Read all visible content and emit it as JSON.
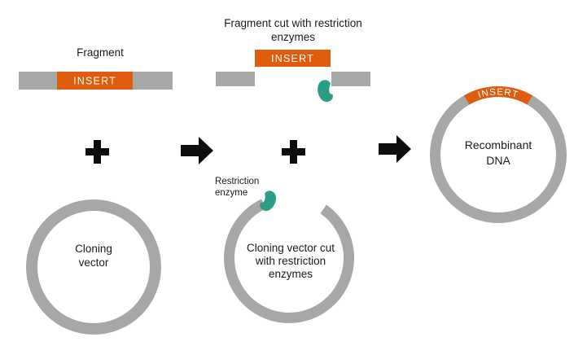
{
  "colors": {
    "gray": "#A5A8A4",
    "orange": "#DF5C0E",
    "teal": "#2B9C85",
    "black": "#0D0D0D"
  },
  "stages": {
    "fragment": {
      "title": "Fragment",
      "insert_label": "INSERT"
    },
    "fragment_cut": {
      "title_lines": [
        "Fragment cut with restriction",
        "enzymes"
      ],
      "insert_label": "INSERT"
    },
    "cloning_vector": {
      "label_lines": [
        "Cloning",
        "vector"
      ]
    },
    "vector_cut": {
      "enzyme_label_lines": [
        "Restriction",
        "enzyme"
      ],
      "label_lines": [
        "Cloning vector cut",
        "with restriction",
        "enzymes"
      ]
    },
    "recombinant": {
      "insert_label": "INSERT",
      "label_lines": [
        "Recombinant",
        "DNA"
      ]
    }
  }
}
